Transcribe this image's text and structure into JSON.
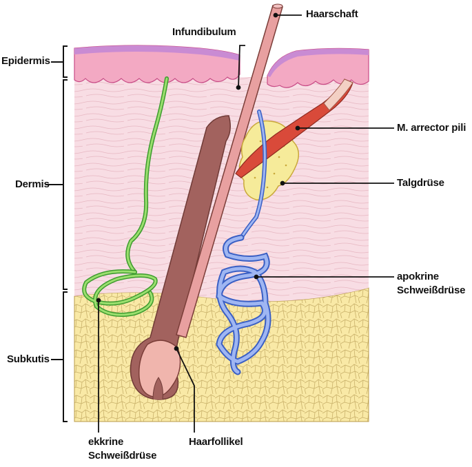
{
  "diagram": {
    "layers": {
      "epidermis": "Epidermis",
      "dermis": "Dermis",
      "subkutis": "Subkutis"
    },
    "structures": {
      "haarschaft": "Haarschaft",
      "infundibulum": "Infundibulum",
      "arrector": "M. arrector pili",
      "talgdruese": "Talgdrüse",
      "apokrine_line1": "apokrine",
      "apokrine_line2": "Schweißdrüse",
      "ekkrine_line1": "ekkrine",
      "ekkrine_line2": "Schweißdrüse",
      "haarfollikel": "Haarfollikel"
    }
  }
}
